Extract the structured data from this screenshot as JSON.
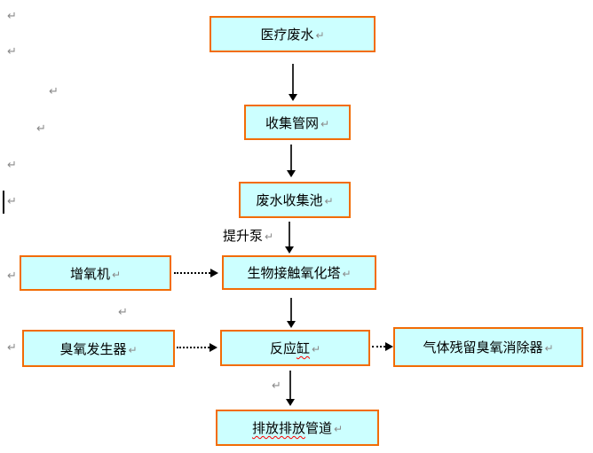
{
  "pilcrow": "↵",
  "colors": {
    "box_fill": "#CCFFFF",
    "box_border": "#F26C05",
    "arrow": "#000000",
    "paragraph_mark": "#8A8A8A",
    "spellcheck_underline": "#FF0000",
    "page_background": "#FFFFFF"
  },
  "nodes": [
    {
      "id": "medical-wastewater",
      "pre": "医疗废水",
      "wavy": "",
      "post": ""
    },
    {
      "id": "collection-network",
      "pre": "收集管网",
      "wavy": "",
      "post": ""
    },
    {
      "id": "wastewater-collection-pool",
      "pre": "废水收集池",
      "wavy": "",
      "post": ""
    },
    {
      "id": "aerator",
      "pre": "增氧机",
      "wavy": "",
      "post": ""
    },
    {
      "id": "bio-contact-oxidation-tower",
      "pre": "生物接触氧化塔",
      "wavy": "",
      "post": ""
    },
    {
      "id": "ozone-generator",
      "pre": "臭氧发生器",
      "wavy": "",
      "post": ""
    },
    {
      "id": "reaction-tank",
      "pre": "反应",
      "wavy": "缸",
      "post": ""
    },
    {
      "id": "gas-residual-ozone-eliminator",
      "pre": "气体残留臭氧消除器",
      "wavy": "",
      "post": ""
    },
    {
      "id": "discharge-pipe",
      "pre": "",
      "wavy": "排放排放",
      "post": "管道"
    }
  ],
  "edge_labels": {
    "lift_pump": "提升泵"
  },
  "edges": [
    {
      "from": "medical-wastewater",
      "to": "collection-network",
      "style": "solid"
    },
    {
      "from": "collection-network",
      "to": "wastewater-collection-pool",
      "style": "solid"
    },
    {
      "from": "wastewater-collection-pool",
      "to": "bio-contact-oxidation-tower",
      "style": "solid",
      "label": "提升泵"
    },
    {
      "from": "aerator",
      "to": "bio-contact-oxidation-tower",
      "style": "dotted"
    },
    {
      "from": "bio-contact-oxidation-tower",
      "to": "reaction-tank",
      "style": "solid"
    },
    {
      "from": "ozone-generator",
      "to": "reaction-tank",
      "style": "dotted"
    },
    {
      "from": "reaction-tank",
      "to": "gas-residual-ozone-eliminator",
      "style": "dotted"
    },
    {
      "from": "reaction-tank",
      "to": "discharge-pipe",
      "style": "solid"
    }
  ]
}
